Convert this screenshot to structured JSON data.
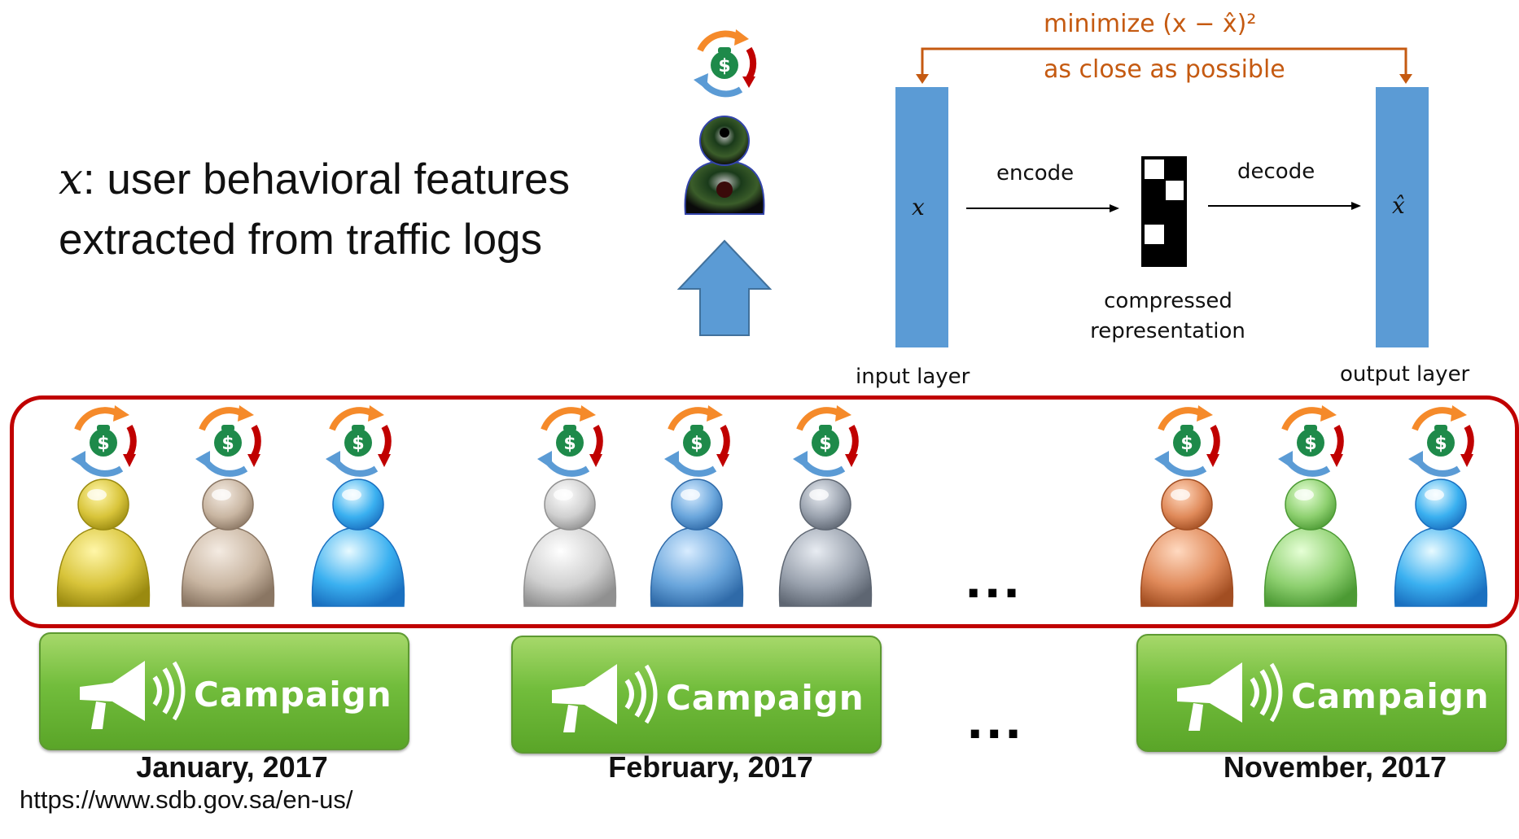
{
  "feature_description": {
    "var": "x",
    "line1_rest": ": user behavioral features",
    "line2": "extracted from traffic logs"
  },
  "autoencoder": {
    "objective": "minimize (x − x̂)²",
    "objective_note": "as close as possible",
    "encode_label": "encode",
    "decode_label": "decode",
    "compressed_label_line1": "compressed",
    "compressed_label_line2": "representation",
    "input_symbol": "x",
    "output_symbol": "x̂",
    "input_layer_label": "input layer",
    "output_layer_label": "output layer",
    "layer_color": "#5b9bd5",
    "arrow_color": "#c55a11"
  },
  "users": {
    "group_border_color": "#c00000",
    "ellipsis": "...",
    "colors": [
      "yellow",
      "beige",
      "light-blue",
      "white",
      "blue",
      "gray",
      "orange",
      "green",
      "light-blue"
    ]
  },
  "campaigns": [
    {
      "label": "Campaign",
      "month": "January, 2017"
    },
    {
      "label": "Campaign",
      "month": "February, 2017"
    },
    {
      "label": "Campaign",
      "month": "November, 2017"
    }
  ],
  "campaign_ellipsis": "...",
  "source_url": "https://www.sdb.gov.sa/en-us/"
}
